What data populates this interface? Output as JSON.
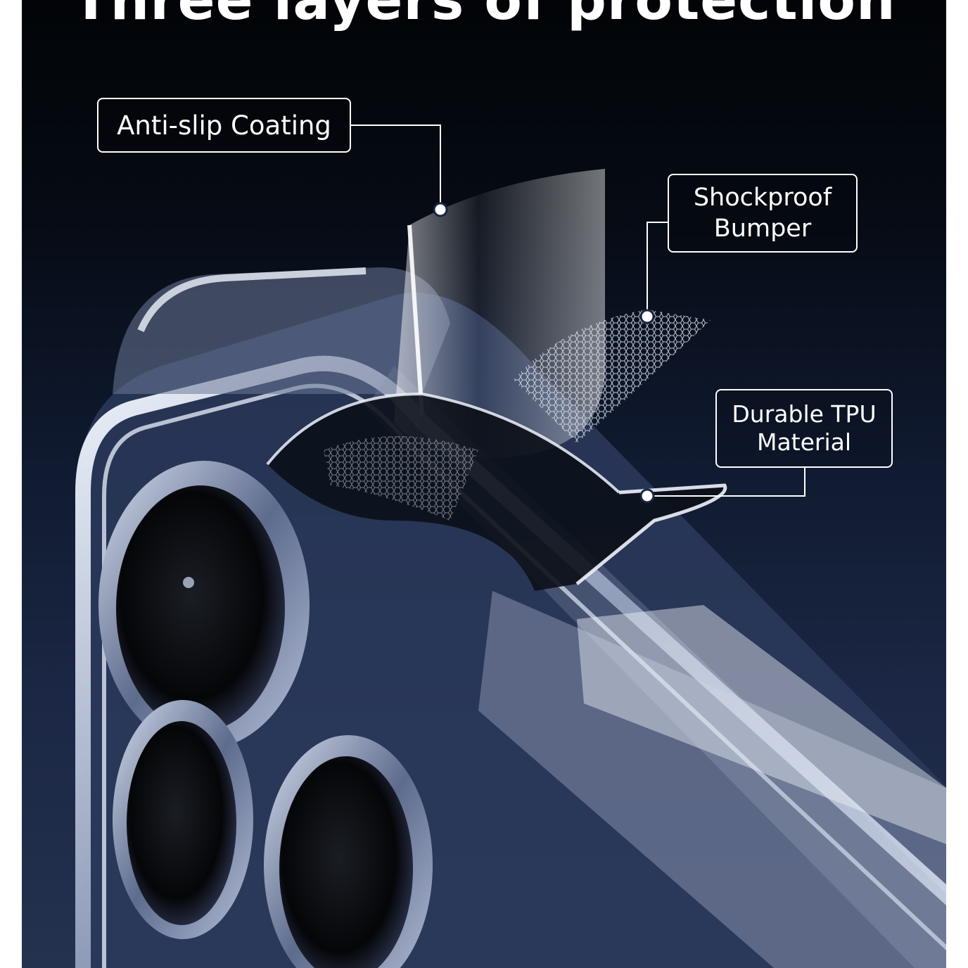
{
  "headline": "Three layers of protection",
  "callouts": {
    "coating": {
      "label": "Anti-slip Coating"
    },
    "bumper": {
      "line1": "Shockproof",
      "line2": "Bumper"
    },
    "tpu": {
      "line1": "Durable TPU",
      "line2": "Material"
    }
  },
  "colors": {
    "background_top": "#020407",
    "background_bottom": "#24324f",
    "label_text": "#ffffff",
    "frame": "#c9d3e6"
  },
  "icons": [
    "phone-camera-illustration",
    "case-layer-illustration"
  ]
}
